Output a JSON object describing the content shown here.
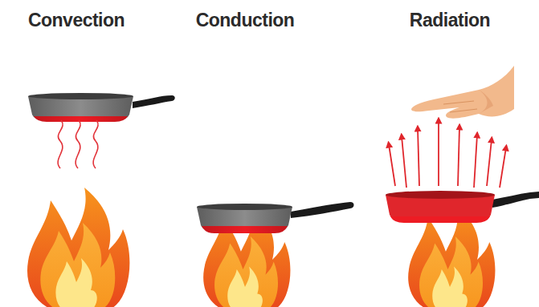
{
  "diagram": {
    "labels": [
      "Convection",
      "Conduction",
      "Radiation"
    ]
  }
}
